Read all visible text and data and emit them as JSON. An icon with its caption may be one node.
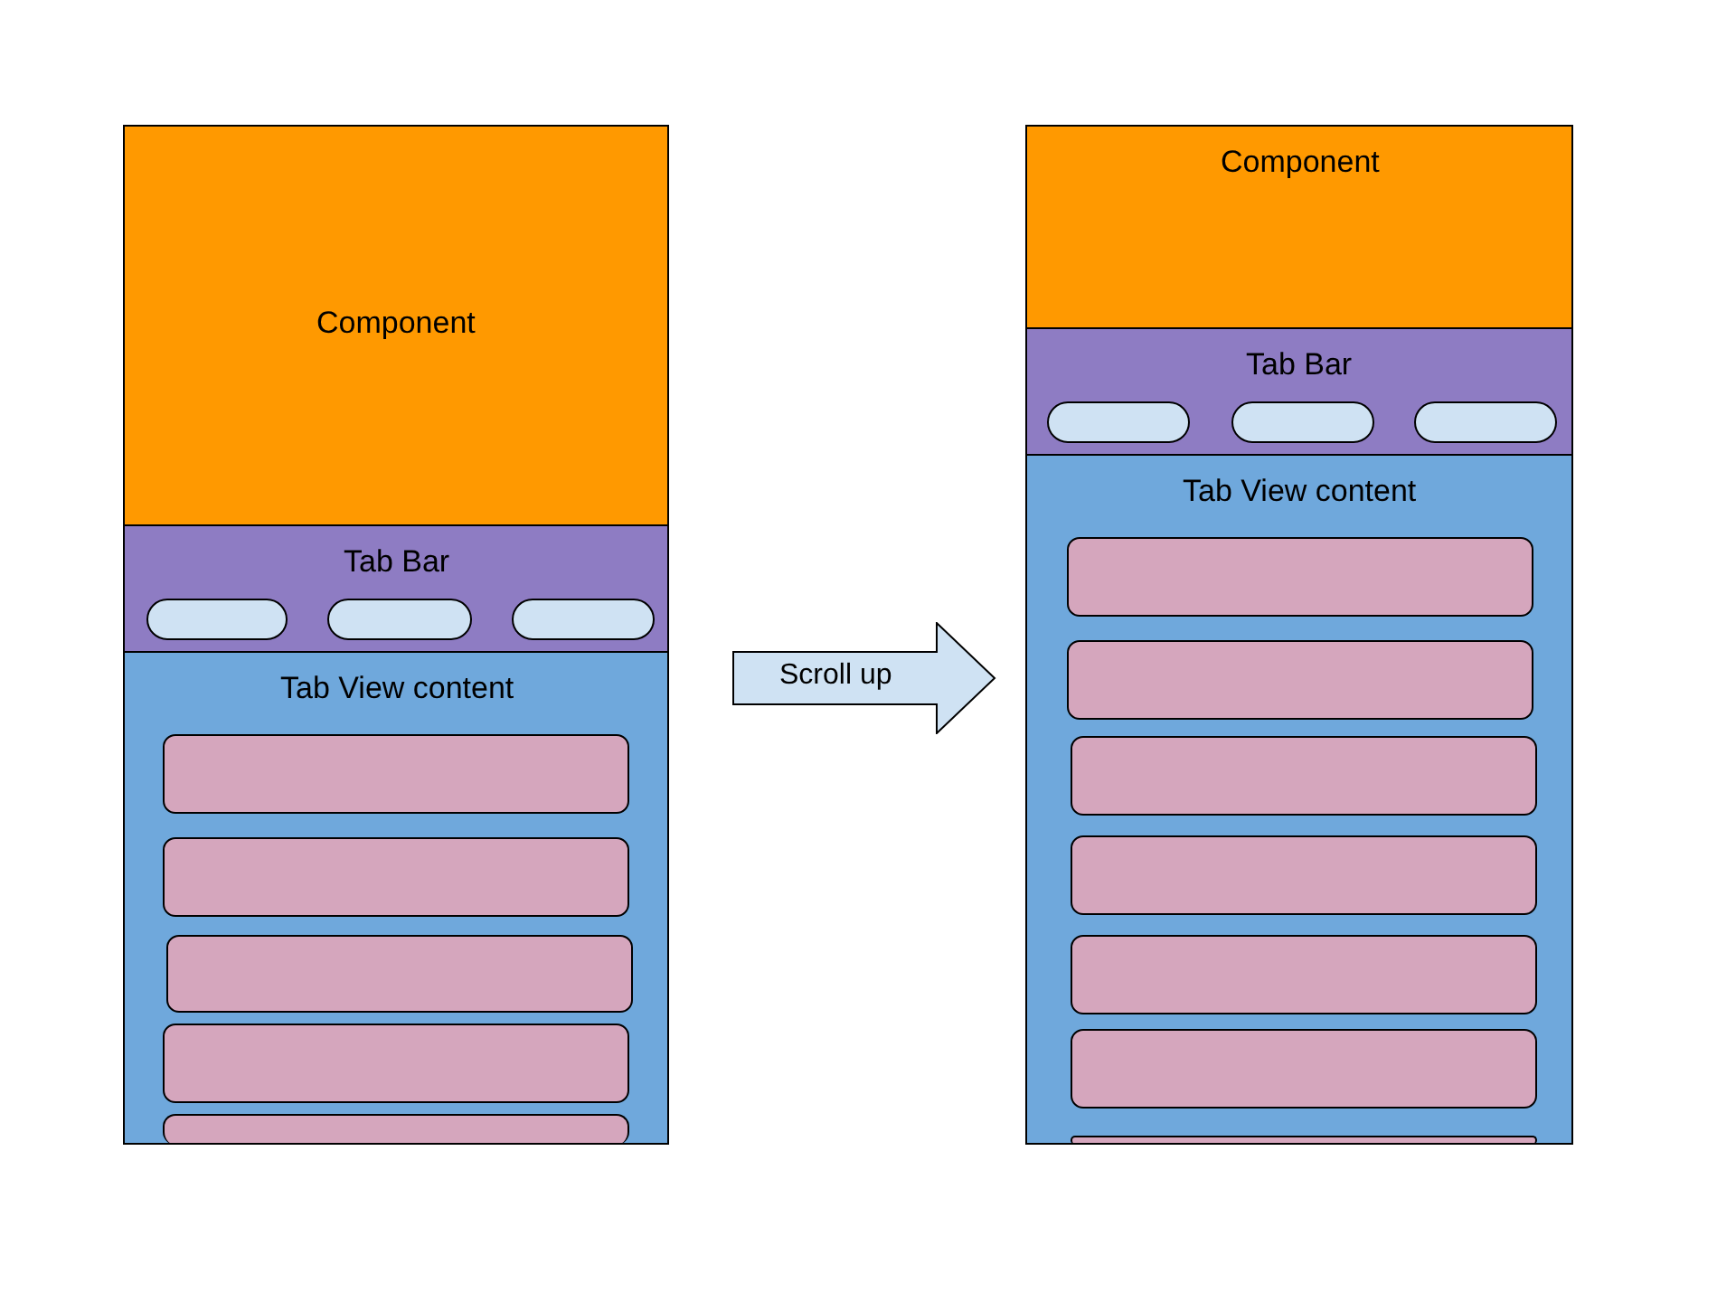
{
  "diagram": {
    "nodes": [
      {
        "text": [
          "Component"
        ]
      },
      {
        "text": [
          "Tab Bar"
        ]
      },
      {
        "text": [],
        "shape": "pill",
        "in": 1
      },
      {
        "text": [],
        "shape": "pill",
        "in": 1
      },
      {
        "text": [],
        "shape": "pill",
        "in": 1
      },
      {
        "text": [
          "Tab View content"
        ]
      },
      {
        "text": [],
        "shape": "box",
        "in": 5
      },
      {
        "text": [],
        "shape": "box",
        "in": 5
      },
      {
        "text": [],
        "shape": "box",
        "in": 5
      },
      {
        "text": [],
        "shape": "box",
        "in": 5
      },
      {
        "text": [],
        "shape": "box",
        "in": 5
      },
      {
        "text": [
          "Scroll up"
        ]
      },
      {
        "text": [
          "Component"
        ]
      },
      {
        "text": [
          "Tab Bar"
        ]
      },
      {
        "text": [],
        "shape": "pill",
        "in": 13
      },
      {
        "text": [],
        "shape": "pill",
        "in": 13
      },
      {
        "text": [],
        "shape": "pill",
        "in": 13
      },
      {
        "text": [
          "Tab View content"
        ]
      },
      {
        "text": [],
        "shape": "box",
        "in": 17
      },
      {
        "text": [],
        "shape": "box",
        "in": 17
      },
      {
        "text": [],
        "shape": "box",
        "in": 17
      },
      {
        "text": [],
        "shape": "box",
        "in": 17
      },
      {
        "text": [],
        "shape": "box",
        "in": 17
      },
      {
        "text": [],
        "shape": "box",
        "in": 17
      },
      {
        "text": [],
        "shape": "box",
        "in": 17
      }
    ]
  }
}
